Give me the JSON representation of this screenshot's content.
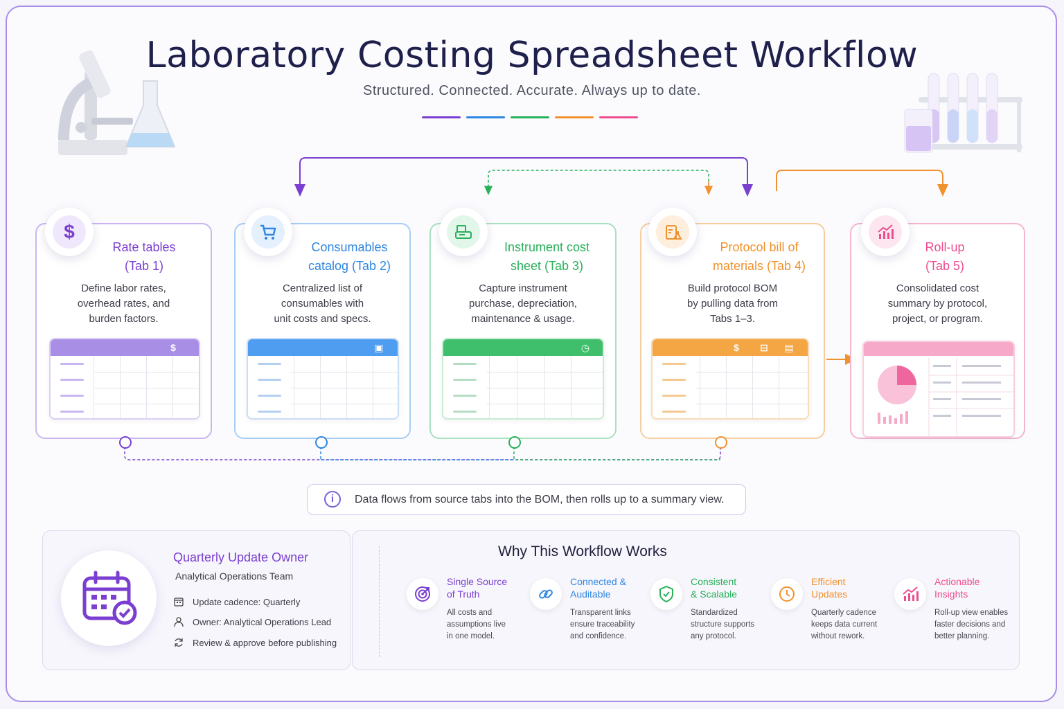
{
  "header": {
    "title": "Laboratory Costing Spreadsheet Workflow",
    "subtitle": "Structured. Connected. Accurate. Always up to date.",
    "accent_colors": [
      "#7a3fd0",
      "#2f86e0",
      "#29b05a",
      "#f0922d",
      "#ec4d8f"
    ]
  },
  "steps": [
    {
      "title_line1": "Rate tables",
      "title_line2": "(Tab 1)",
      "desc": [
        "Define labor rates,",
        "overhead rates, and",
        "burden factors."
      ],
      "icon": "dollar-icon",
      "color": "#7a3fd0"
    },
    {
      "title_line1": "Consumables",
      "title_line2": "catalog (Tab 2)",
      "desc": [
        "Centralized list of",
        "consumables with",
        "unit costs and specs."
      ],
      "icon": "cart-icon",
      "color": "#2f86e0"
    },
    {
      "title_line1": "Instrument cost",
      "title_line2": "sheet (Tab 3)",
      "desc": [
        "Capture instrument",
        "purchase, depreciation,",
        "maintenance & usage."
      ],
      "icon": "instrument-icon",
      "color": "#29b05a"
    },
    {
      "title_line1": "Protocol bill of",
      "title_line2": "materials (Tab 4)",
      "desc": [
        "Build protocol BOM",
        "by pulling data from",
        "Tabs 1–3."
      ],
      "icon": "clipboard-flask-icon",
      "color": "#f0922d"
    },
    {
      "title_line1": "Roll-up",
      "title_line2": "(Tab 5)",
      "desc": [
        "Consolidated cost",
        "summary by protocol,",
        "project, or program."
      ],
      "icon": "chart-up-icon",
      "color": "#ec4d8f"
    }
  ],
  "info": {
    "text": "Data flows from source tabs into the BOM, then rolls up to a summary view."
  },
  "owner": {
    "title": "Quarterly Update Owner",
    "team": "Analytical Operations Team",
    "rows": [
      {
        "icon": "calendar-icon",
        "text": "Update cadence: Quarterly"
      },
      {
        "icon": "person-icon",
        "text": "Owner: Analytical Operations Lead"
      },
      {
        "icon": "refresh-icon",
        "text": "Review & approve before publishing"
      }
    ]
  },
  "why": {
    "title": "Why This Workflow Works",
    "benefits": [
      {
        "title": [
          "Single Source",
          "of Truth"
        ],
        "desc": [
          "All costs and",
          "assumptions live",
          "in one model."
        ],
        "icon": "target-icon",
        "color": "#7a3fd0"
      },
      {
        "title": [
          "Connected &",
          "Auditable"
        ],
        "desc": [
          "Transparent links",
          "ensure traceability",
          "and confidence."
        ],
        "icon": "link-icon",
        "color": "#2f86e0"
      },
      {
        "title": [
          "Consistent",
          "& Scalable"
        ],
        "desc": [
          "Standardized",
          "structure supports",
          "any protocol."
        ],
        "icon": "shield-check-icon",
        "color": "#29b05a"
      },
      {
        "title": [
          "Efficient",
          "Updates"
        ],
        "desc": [
          "Quarterly cadence",
          "keeps data current",
          "without rework."
        ],
        "icon": "clock-icon",
        "color": "#f0922d"
      },
      {
        "title": [
          "Actionable",
          "Insights"
        ],
        "desc": [
          "Roll-up view enables",
          "faster decisions and",
          "better planning."
        ],
        "icon": "chart-up-icon",
        "color": "#ec4d8f"
      }
    ]
  }
}
